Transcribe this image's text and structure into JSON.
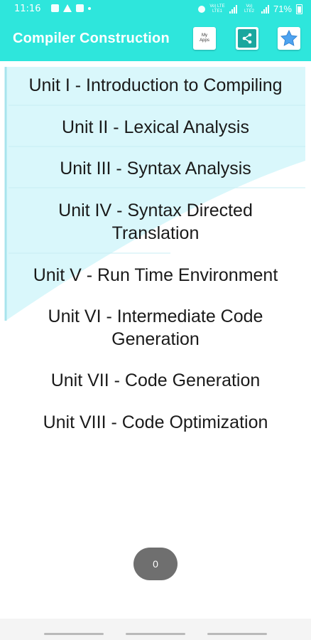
{
  "status_bar": {
    "time": "11:16",
    "network_label": "Vo) LTE LTE1",
    "network_label2": "Vo) LTE2",
    "battery": "71%"
  },
  "app_bar": {
    "title": "Compiler Construction",
    "my_apps_line1": "My",
    "my_apps_line2": "Apps"
  },
  "menu": {
    "items": [
      "Unit I - Introduction to Compiling",
      "Unit II - Lexical Analysis",
      "Unit III - Syntax Analysis",
      "Unit IV - Syntax Directed Translation",
      "Unit V - Run Time Environment",
      "Unit VI - Intermediate Code Generation",
      "Unit VII - Code Generation",
      "Unit VIII - Code Optimization"
    ]
  },
  "counter": {
    "value": "0"
  },
  "colors": {
    "accent": "#2ee6dc",
    "share": "#1aa79e",
    "star": "#4da3f0",
    "deco": "#d9f7fb"
  }
}
